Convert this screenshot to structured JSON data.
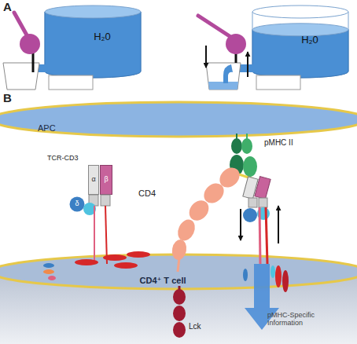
{
  "diagram": {
    "nodes": [
      {
        "text": [
          "H₂0"
        ]
      },
      {
        "text": [
          "H₂0"
        ]
      },
      {
        "text": [
          "APC"
        ]
      },
      {
        "text": [
          "α"
        ]
      },
      {
        "text": [
          "β"
        ]
      },
      {
        "text": [
          "δ"
        ]
      },
      {
        "text": [
          "CD4⁺ T cell"
        ]
      }
    ],
    "labels": [
      "A",
      "B",
      "pMHC II",
      "TCR-CD3",
      "CD4",
      "Lck",
      "pMHC-Specific Information"
    ]
  }
}
